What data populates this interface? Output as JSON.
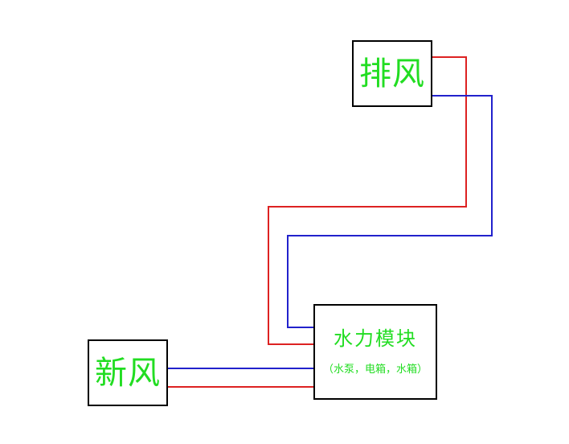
{
  "colors": {
    "label_text": "#22dd22",
    "box_border": "#000000",
    "pipe_red": "#dd2222",
    "pipe_blue": "#2222cc",
    "background": "#ffffff"
  },
  "nodes": {
    "exhaust": {
      "label": "排风"
    },
    "fresh_air": {
      "label": "新风"
    },
    "hydro_module": {
      "label": "水力模块",
      "sublabel": "（水泵，电箱，水箱）"
    }
  },
  "edges": [
    {
      "from": "exhaust",
      "to": "hydro_module",
      "color": "red"
    },
    {
      "from": "exhaust",
      "to": "hydro_module",
      "color": "blue"
    },
    {
      "from": "fresh_air",
      "to": "hydro_module",
      "color": "blue"
    },
    {
      "from": "fresh_air",
      "to": "hydro_module",
      "color": "red"
    }
  ]
}
